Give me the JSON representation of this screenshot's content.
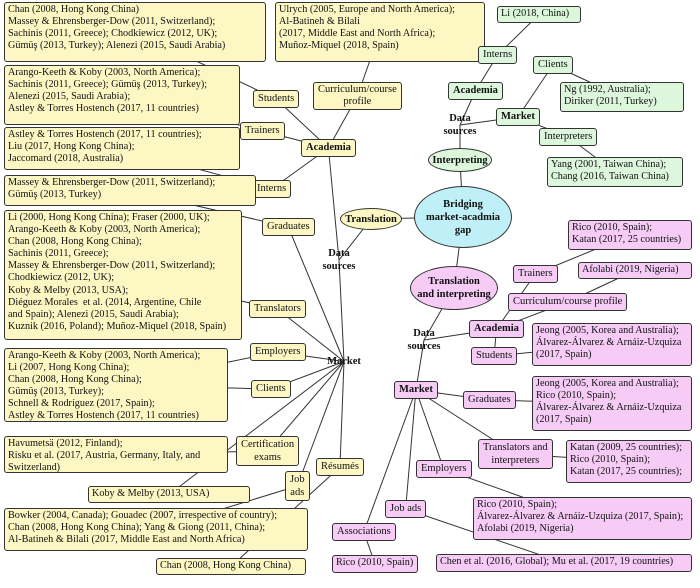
{
  "center": "Bridging\nmarket-acadmia\ngap",
  "hubs": {
    "translation": "Translation",
    "interpreting": "Interpreting",
    "tni": "Translation\nand interpreting"
  },
  "translation": {
    "data_sources": "Data\nsources",
    "academia": "Academia",
    "market": "Market",
    "students": "Students",
    "trainers": "Trainers",
    "interns": "Interns",
    "curriculum": "Curriculum/course\nprofile",
    "graduates": "Graduates",
    "translators": "Translators",
    "employers": "Employers",
    "clients": "Clients",
    "certification": "Certification\nexams",
    "job_ads": "Job\nads",
    "resumes": "Résumés",
    "refs": {
      "students": "Chan (2008, Hong Kong China)\nMassey & Ehrensberger-Dow (2011, Switzerland);\nSachinis (2011, Greece); Chodkiewicz (2012, UK);\nGümüş (2013, Turkey); Alenezi (2015, Saudi Arabia)",
      "curriculum": "Ulrych (2005, Europe and North America);\nAl-Batineh & Bilali\n(2017, Middle East and North Africa);\nMuñoz-Miquel (2018, Spain)",
      "trainers": "Arango-Keeth & Koby (2003, North America);\nSachinis (2011, Greece); Gümüş (2013, Turkey);\nAlenezi (2015, Saudi Arabia);\nAstley & Torres Hostench (2017, 11 countries)",
      "interns": "Astley & Torres Hostench (2017, 11 countries);\nLiu (2017, Hong Kong China);\nJaccomard (2018, Australia)",
      "graduates": "Massey & Ehrensberger-Dow (2011, Switzerland);\nGümüş (2013, Turkey)",
      "translators": "Li (2000, Hong Kong China); Fraser (2000, UK);\nArango-Keeth & Koby (2003, North America);\nChan (2008, Hong Kong China);\nSachinis (2011, Greece);\nMassey & Ehrensberger-Dow (2011, Switzerland);\nChodkiewicz (2012, UK);\nKoby & Melby (2013, USA);\nDiéguez Morales  et al. (2014, Argentine, Chile\nand Spain); Alenezi (2015, Saudi Arabia);\nKuznik (2016, Poland); Muñoz-Miquel (2018, Spain)",
      "employers": "Arango-Keeth & Koby (2003, North America);\nLi (2007, Hong Kong China);\nChan (2008, Hong Kong China);\nGümüş (2013, Turkey);\nSchnell & Rodríguez (2017, Spain);\nAstley & Torres Hostench (2017, 11 countries)",
      "certification": "Havumetsä (2012, Finland);\nRisku et al. (2017, Austria, Germany, Italy, and\nSwitzerland)",
      "koby": "Koby & Melby (2013, USA)",
      "job_ads": "Bowker (2004, Canada); Gouadec (2007, irrespective of country);\nChan (2008, Hong Kong China); Yang & Giong (2011, China);\nAl-Batineh & Bilali (2017, Middle East and North Africa)",
      "resumes": "Chan (2008, Hong Kong China)"
    }
  },
  "interpreting": {
    "data_sources": "Data\nsources",
    "academia": "Academia",
    "market": "Market",
    "interns": "Interns",
    "clients": "Clients",
    "interpreters": "Interpreters",
    "refs": {
      "interns": "Li (2018, China)",
      "clients": "Ng (1992, Australia);\nDiriker (2011, Turkey)",
      "interpreters": "Yang (2001, Taiwan China);\nChang (2016, Taiwan China)"
    }
  },
  "tni": {
    "data_sources": "Data\nsources",
    "academia": "Academia",
    "market": "Market",
    "trainers": "Trainers",
    "curriculum": "Curriculum/course profile",
    "students": "Students",
    "graduates": "Graduates",
    "translators_interpreters": "Translators and\ninterpreters",
    "employers": "Employers",
    "job_ads": "Job ads",
    "associations": "Associations",
    "refs": {
      "trainers": "Rico (2010, Spain);\nKatan (2017, 25 countries)",
      "curriculum": "Afolabi (2019, Nigeria)",
      "students": "Jeong (2005, Korea and Australia);\nÁlvarez-Álvarez & Arnáiz-Uzquiza\n(2017, Spain)",
      "graduates": "Jeong (2005, Korea and Australia);\nRico (2010, Spain);\nÁlvarez-Álvarez & Arnáiz-Uzquiza\n(2017, Spain)",
      "translators_interpreters": "Katan (2009, 25 countries);\nRico (2010, Spain);\nKatan (2017, 25 countries);",
      "employers": "Rico (2010, Spain);\nÁlvarez-Álvarez & Arnáiz-Uzquiza (2017, Spain);\nAfolabi (2019, Nigeria)",
      "job_ads": "Chen et al. (2016, Global); Mu et al. (2017, 19 countries)",
      "associations": "Rico (2010, Spain)"
    }
  },
  "colors": {
    "translation": "#fdf7c3",
    "interpreting": "#dcf7dc",
    "tni": "#f6ccf7",
    "center": "#bff0f7",
    "line": "#333333"
  }
}
